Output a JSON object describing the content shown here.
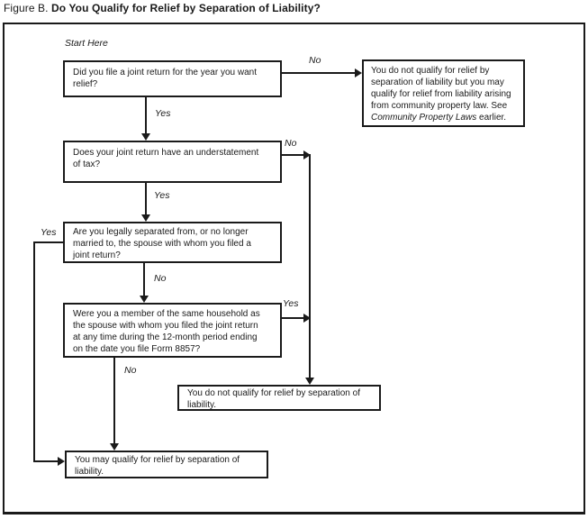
{
  "title": {
    "prefix": "Figure B. ",
    "main": "Do You Qualify for Relief by Separation of Liability?"
  },
  "colors": {
    "ink": "#1a1a1a",
    "background": "#ffffff"
  },
  "flowchart": {
    "start_label": "Start Here",
    "q1": {
      "lines": [
        "Did you file a joint return for the year you want",
        "relief?"
      ],
      "no_label": "No",
      "yes_label": "Yes"
    },
    "result_no_joint": {
      "lines": [
        "You do not qualify for relief by",
        "separation of liability but you may",
        "qualify for relief from liability arising",
        "from community property law. See"
      ],
      "italic_ref": "Community Property Laws",
      "tail": " earlier."
    },
    "q2": {
      "lines": [
        "Does your joint return have an understatement",
        "of tax?"
      ],
      "no_label": "No",
      "yes_label": "Yes"
    },
    "q3": {
      "lines": [
        "Are you legally separated from, or no longer",
        "married to, the spouse with whom you filed a",
        "joint return?"
      ],
      "yes_label": "Yes",
      "no_label": "No"
    },
    "q4": {
      "lines": [
        "Were you a member of the same household as",
        "the spouse with whom you filed the joint return",
        "at any time during the 12-month period ending",
        "on the date you file Form 8857?"
      ],
      "yes_label": "Yes",
      "no_label": "No"
    },
    "result_not_qualify": {
      "lines": [
        "You do not qualify for relief by separation of",
        "liability."
      ]
    },
    "result_may_qualify": {
      "lines": [
        "You may qualify for relief by separation of",
        "liability."
      ]
    }
  }
}
